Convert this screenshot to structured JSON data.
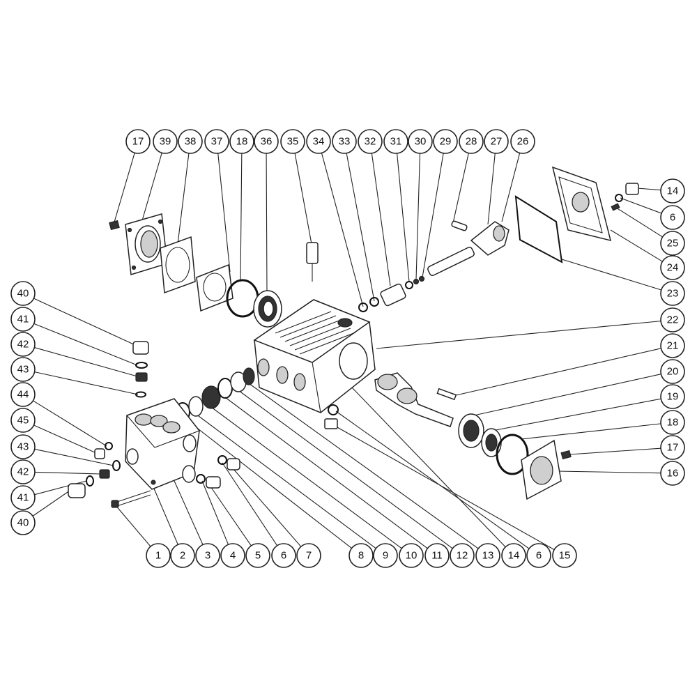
{
  "diagram": {
    "type": "exploded-parts-view",
    "callouts": [
      {
        "id": "top-17",
        "label": "17"
      },
      {
        "id": "top-39",
        "label": "39"
      },
      {
        "id": "top-38",
        "label": "38"
      },
      {
        "id": "top-37",
        "label": "37"
      },
      {
        "id": "top-18",
        "label": "18"
      },
      {
        "id": "top-36",
        "label": "36"
      },
      {
        "id": "top-35",
        "label": "35"
      },
      {
        "id": "top-34",
        "label": "34"
      },
      {
        "id": "top-33",
        "label": "33"
      },
      {
        "id": "top-32",
        "label": "32"
      },
      {
        "id": "top-31",
        "label": "31"
      },
      {
        "id": "top-30",
        "label": "30"
      },
      {
        "id": "top-29",
        "label": "29"
      },
      {
        "id": "top-28",
        "label": "28"
      },
      {
        "id": "top-27",
        "label": "27"
      },
      {
        "id": "top-26",
        "label": "26"
      },
      {
        "id": "right-14",
        "label": "14"
      },
      {
        "id": "right-6",
        "label": "6"
      },
      {
        "id": "right-25",
        "label": "25"
      },
      {
        "id": "right-24",
        "label": "24"
      },
      {
        "id": "right-23",
        "label": "23"
      },
      {
        "id": "right-22",
        "label": "22"
      },
      {
        "id": "right-21",
        "label": "21"
      },
      {
        "id": "right-20",
        "label": "20"
      },
      {
        "id": "right-19",
        "label": "19"
      },
      {
        "id": "right-18",
        "label": "18"
      },
      {
        "id": "right-17",
        "label": "17"
      },
      {
        "id": "right-16",
        "label": "16"
      },
      {
        "id": "left-40a",
        "label": "40"
      },
      {
        "id": "left-41a",
        "label": "41"
      },
      {
        "id": "left-42a",
        "label": "42"
      },
      {
        "id": "left-43a",
        "label": "43"
      },
      {
        "id": "left-44",
        "label": "44"
      },
      {
        "id": "left-45",
        "label": "45"
      },
      {
        "id": "left-43b",
        "label": "43"
      },
      {
        "id": "left-42b",
        "label": "42"
      },
      {
        "id": "left-41b",
        "label": "41"
      },
      {
        "id": "left-40b",
        "label": "40"
      },
      {
        "id": "bottom-1",
        "label": "1"
      },
      {
        "id": "bottom-2",
        "label": "2"
      },
      {
        "id": "bottom-3",
        "label": "3"
      },
      {
        "id": "bottom-4",
        "label": "4"
      },
      {
        "id": "bottom-5",
        "label": "5"
      },
      {
        "id": "bottom-6a",
        "label": "6"
      },
      {
        "id": "bottom-7",
        "label": "7"
      },
      {
        "id": "bottom-8",
        "label": "8"
      },
      {
        "id": "bottom-9",
        "label": "9"
      },
      {
        "id": "bottom-10",
        "label": "10"
      },
      {
        "id": "bottom-11",
        "label": "11"
      },
      {
        "id": "bottom-12",
        "label": "12"
      },
      {
        "id": "bottom-13",
        "label": "13"
      },
      {
        "id": "bottom-14",
        "label": "14"
      },
      {
        "id": "bottom-6b",
        "label": "6"
      },
      {
        "id": "bottom-15",
        "label": "15"
      }
    ]
  }
}
